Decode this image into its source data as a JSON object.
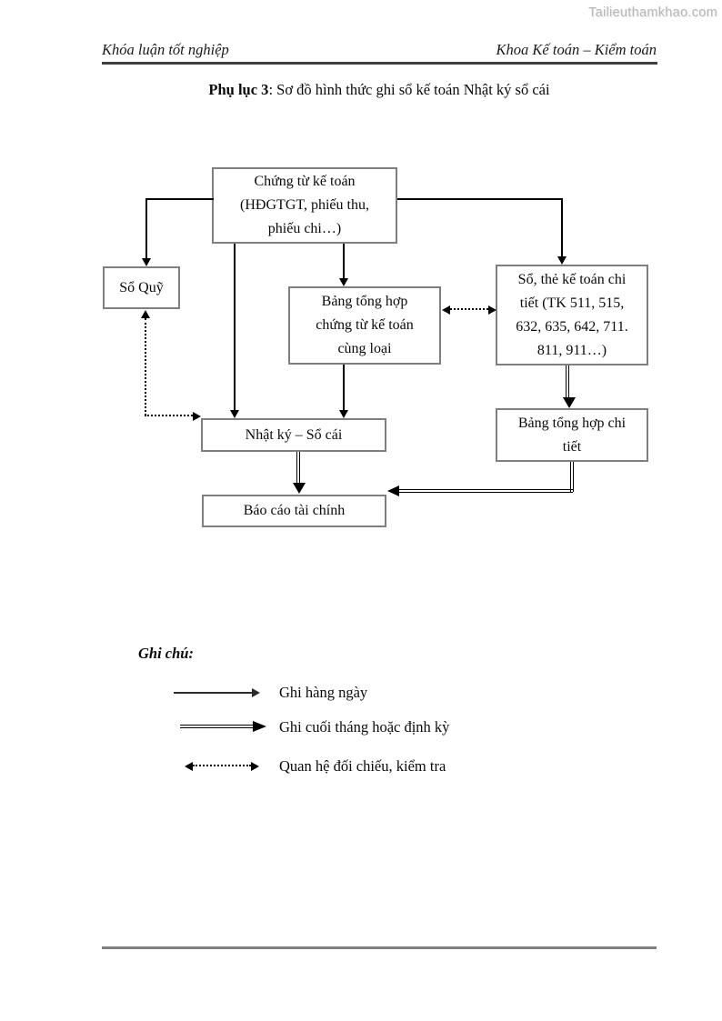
{
  "watermark": "Tailieuthamkhao.com",
  "header": {
    "left": "Khóa luận tốt nghiệp",
    "right": "Khoa Kế toán – Kiểm toán"
  },
  "title": {
    "label": "Phụ lục 3",
    "rest": ": Sơ đồ hình thức ghi sổ kế toán Nhật ký sổ cái"
  },
  "diagram": {
    "nodes": {
      "chung_tu": "Chứng từ kế toán\n(HĐGTGT, phiếu thu,\nphiếu chi…)",
      "so_quy": "Sổ Quỹ",
      "bang_tong_hop_ct": "Bảng  tổng hợp\nchứng từ kế toán\ncùng loại",
      "so_the": "Sổ, thẻ kế toán chi\ntiết (TK 511, 515,\n632, 635, 642, 711.\n811, 911…)",
      "nhat_ky": "Nhật ký – Sổ cái",
      "bang_th_chi_tiet": "Bảng tổng hợp chi\ntiết",
      "bao_cao": "Báo cáo tài chính"
    },
    "relations": [
      "Chứng từ kế toán → Sổ Quỹ (ghi hàng ngày)",
      "Chứng từ kế toán → Sổ, thẻ kế toán chi tiết (ghi hàng ngày)",
      "Chứng từ kế toán → Nhật ký – Sổ cái (ghi hàng ngày)",
      "Chứng từ kế toán → Bảng tổng hợp chứng từ kế toán cùng loại (ghi hàng ngày)",
      "Bảng tổng hợp chứng từ kế toán cùng loại → Nhật ký – Sổ cái (ghi hàng ngày)",
      "Bảng tổng hợp chứng từ kế toán cùng loại ↔ Sổ, thẻ kế toán chi tiết (đối chiếu)",
      "Sổ Quỹ ↔ Nhật ký – Sổ cái (đối chiếu)",
      "Sổ, thẻ kế toán chi tiết ⇒ Bảng tổng hợp chi tiết (cuối tháng)",
      "Nhật ký – Sổ cái ⇒ Báo cáo tài chính (cuối tháng)",
      "Bảng tổng hợp chi tiết ⇒ Báo cáo tài chính (cuối tháng)"
    ]
  },
  "legend": {
    "title": "Ghi chú:",
    "items": [
      {
        "type": "solid-arrow",
        "label": "Ghi hàng ngày"
      },
      {
        "type": "double-line-arrow",
        "label": "Ghi cuối tháng hoặc định kỳ"
      },
      {
        "type": "dotted-double-arrow",
        "label": "Quan hệ đối chiếu, kiểm tra"
      }
    ]
  },
  "colors": {
    "box_border": "#7f7f7f",
    "line": "#000000",
    "header_rule": "#3e3e3e",
    "footer_rule": "#7f7f7f",
    "watermark": "#b7b7b7",
    "text": "#0a0a0a"
  }
}
